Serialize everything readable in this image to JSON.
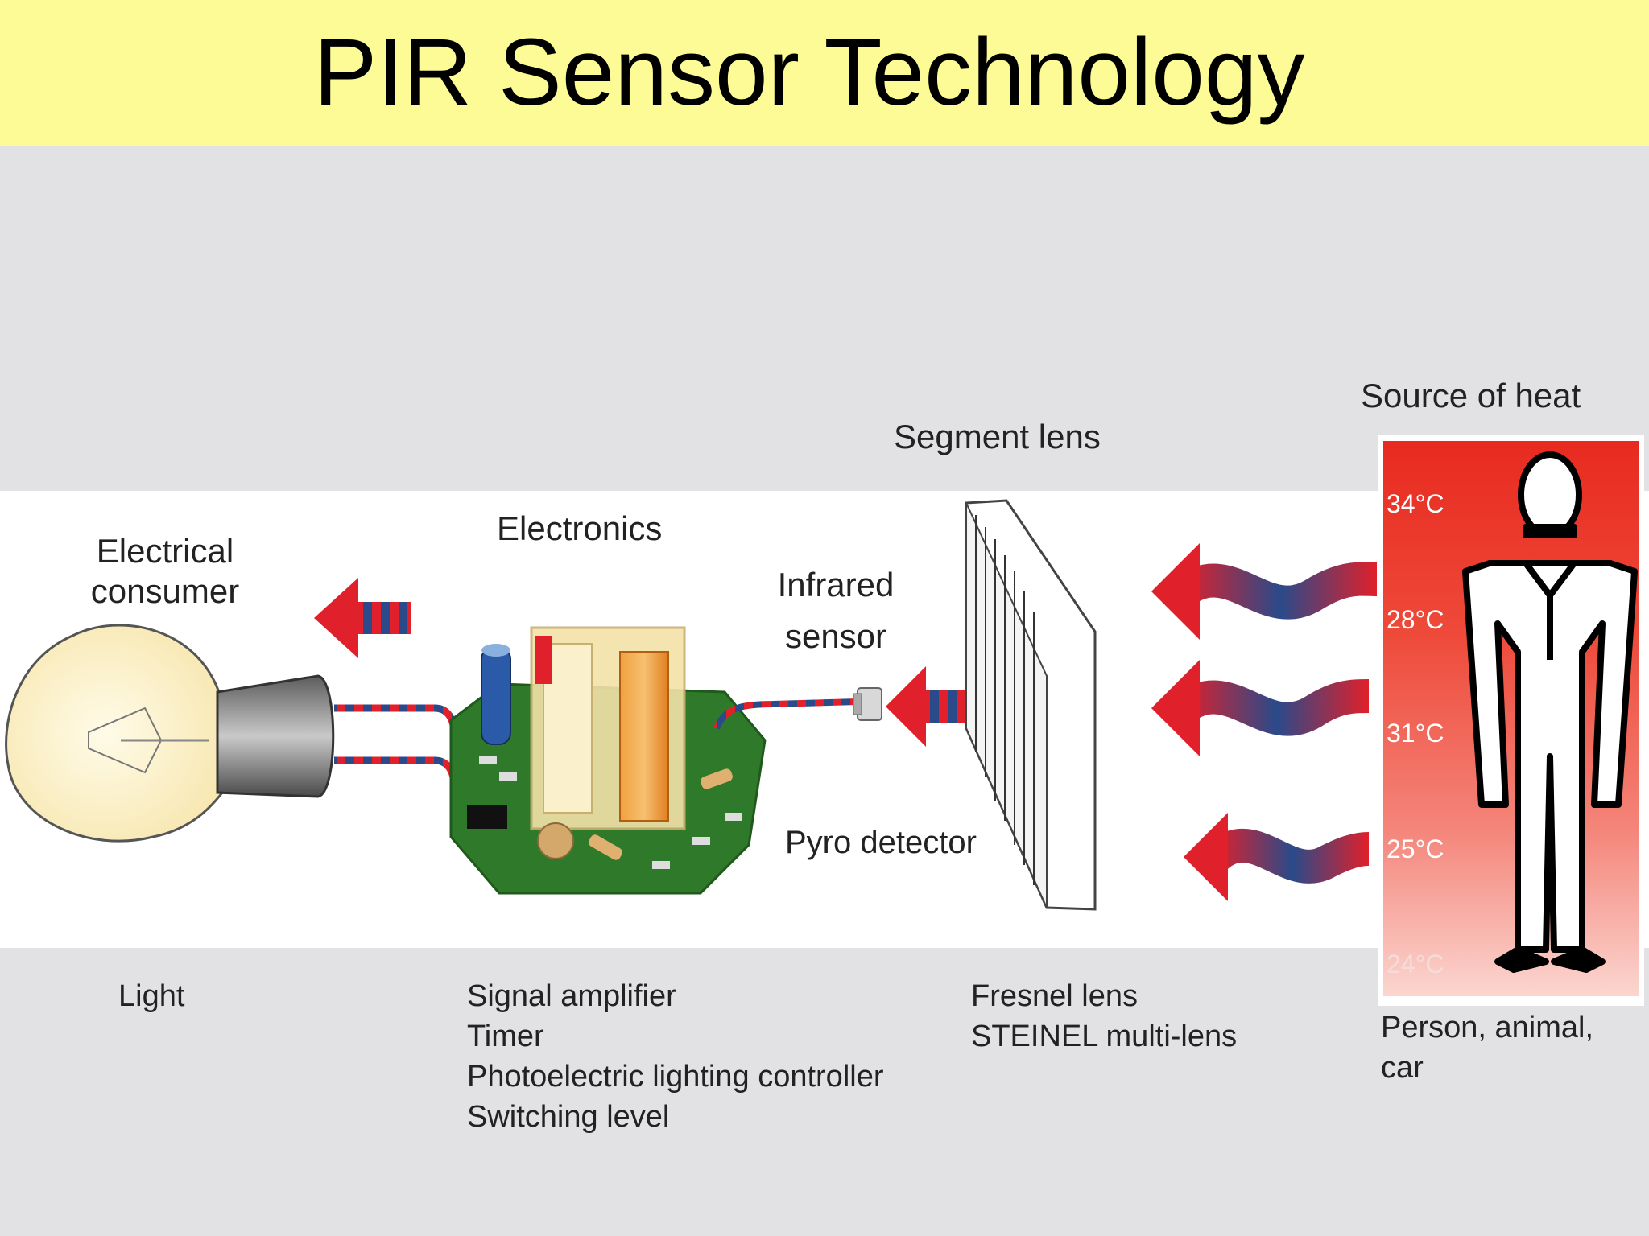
{
  "title": "PIR Sensor Technology",
  "labels": {
    "electrical_consumer": [
      "Electrical",
      "consumer"
    ],
    "electronics": "Electronics",
    "infrared_sensor": [
      "Infrared",
      "sensor"
    ],
    "segment_lens": "Segment lens",
    "source_of_heat": "Source of heat",
    "pyro_detector": "Pyro detector"
  },
  "bottom": {
    "light": "Light",
    "electronics_items": [
      "Signal amplifier",
      "Timer",
      "Photoelectric lighting controller",
      "Switching level"
    ],
    "lens_items": [
      "Fresnel lens",
      "STEINEL multi-lens"
    ],
    "heat_items": [
      "Person, animal,",
      "car"
    ]
  },
  "temperatures": [
    "34°C",
    "28°C",
    "31°C",
    "25°C",
    "24°C"
  ],
  "colors": {
    "title_bg": "#fdfb96",
    "band_gray": "#e2e1e3",
    "arrow_red": "#e0202a",
    "arrow_blue": "#2a4a8a",
    "pcb_green": "#2f7a2a"
  }
}
